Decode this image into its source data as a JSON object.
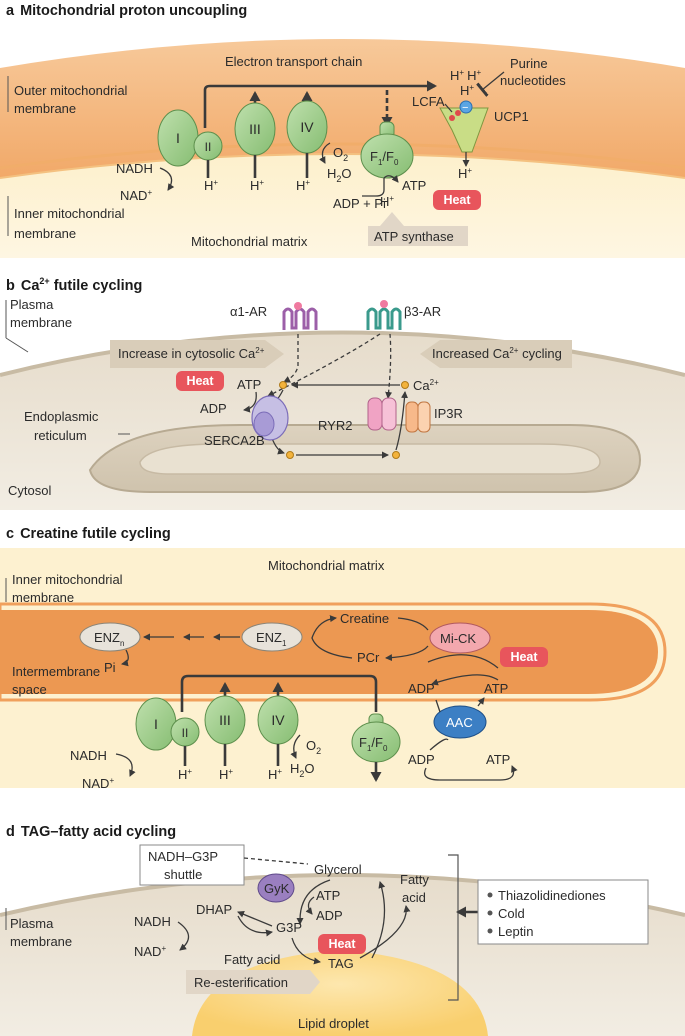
{
  "panel_a": {
    "letter": "a",
    "title": "Mitochondrial proton uncoupling",
    "etc_label": "Electron transport chain",
    "outer_membrane_line1": "Outer mitochondrial",
    "outer_membrane_line2": "membrane",
    "inner_membrane_line1": "Inner mitochondrial",
    "inner_membrane_line2": "membrane",
    "matrix_label": "Mitochondrial matrix",
    "complex_1": "I",
    "complex_2": "II",
    "complex_3": "III",
    "complex_4": "IV",
    "nadh": "NADH",
    "nad": "NAD",
    "o2": "O",
    "h2o": "H",
    "h_plus": "H",
    "adp_pi": "ADP + Pi",
    "atp": "ATP",
    "f1f0": "F",
    "purine_line1": "Purine",
    "purine_line2": "nucleotides",
    "lcfa": "LCFA",
    "ucp1": "UCP1",
    "heat": "Heat",
    "atp_synthase": "ATP synthase"
  },
  "panel_b": {
    "letter": "b",
    "title": "Ca",
    "title_sup": "2+",
    "title_rest": " futile cycling",
    "plasma_line1": "Plasma",
    "plasma_line2": "membrane",
    "alpha1": "α1-AR",
    "beta3": "β3-AR",
    "increase_cytosolic": "Increase in cytosolic Ca",
    "increased_cycling": "Increased Ca",
    "cycling_rest": " cycling",
    "heat": "Heat",
    "atp": "ATP",
    "adp": "ADP",
    "ca": "Ca",
    "serca": "SERCA2B",
    "ryr2": "RYR2",
    "ip3r": "IP3R",
    "er_line1": "Endoplasmic",
    "er_line2": "reticulum",
    "cytosol": "Cytosol"
  },
  "panel_c": {
    "letter": "c",
    "title": "Creatine futile cycling",
    "matrix": "Mitochondrial matrix",
    "inner_line1": "Inner mitochondrial",
    "inner_line2": "membrane",
    "intermembrane_line1": "Intermembrane",
    "intermembrane_line2": "space",
    "enzn": "ENZ",
    "enzn_sub": "n",
    "enz1": "ENZ",
    "enz1_sub": "1",
    "pi": "Pi",
    "creatine": "Creatine",
    "pcr": "PCr",
    "mick": "Mi-CK",
    "heat": "Heat",
    "adp": "ADP",
    "atp": "ATP",
    "aac": "AAC",
    "complex_1": "I",
    "complex_2": "II",
    "complex_3": "III",
    "complex_4": "IV",
    "nadh": "NADH",
    "nad": "NAD",
    "h": "H",
    "o2": "O",
    "h2o": "H",
    "f1f0": "F"
  },
  "panel_d": {
    "letter": "d",
    "title": "TAG–fatty acid cycling",
    "shuttle_line1": "NADH–G3P",
    "shuttle_line2": "shuttle",
    "glycerol": "Glycerol",
    "gyk": "GyK",
    "atp": "ATP",
    "adp": "ADP",
    "fatty_acid_line1": "Fatty",
    "fatty_acid_line2": "acid",
    "dhap": "DHAP",
    "nadh": "NADH",
    "nad": "NAD",
    "g3p": "G3P",
    "fatty_acid": "Fatty acid",
    "tag": "TAG",
    "heat": "Heat",
    "reesterification": "Re-esterification",
    "plasma_line1": "Plasma",
    "plasma_line2": "membrane",
    "lipid_droplet": "Lipid droplet",
    "stimuli": [
      "Thiazolidinediones",
      "Cold",
      "Leptin"
    ]
  },
  "colors": {
    "membrane_orange": "#ee9a52",
    "matrix_cream": "#fdf1d0",
    "complex_green": "#9fce8c",
    "heat_red": "#e8555c",
    "cytosol_beige": "#ece4d4",
    "aac_blue": "#3c7fc4",
    "mick_pink": "#f3a8ae",
    "gyk_purple": "#9a7fc0",
    "lipid_yellow": "#fbd98a"
  }
}
